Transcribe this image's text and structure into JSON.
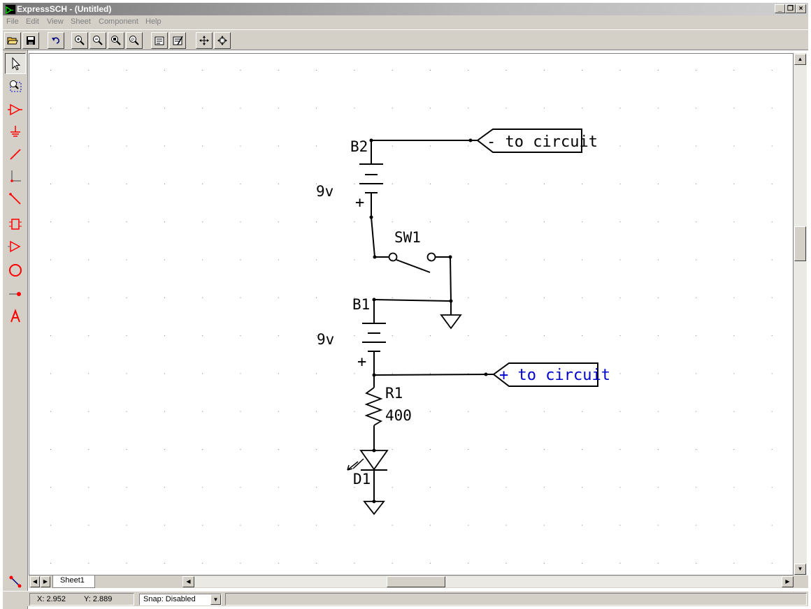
{
  "window": {
    "title": "ExpressSCH - (Untitled)"
  },
  "menu": [
    "File",
    "Edit",
    "View",
    "Sheet",
    "Component",
    "Help"
  ],
  "schematic": {
    "b2_label": "B2",
    "b2_value": "9v",
    "b1_label": "B1",
    "b1_value": "9v",
    "plus_sign": "+",
    "sw1_label": "SW1",
    "r1_label": "R1",
    "r1_value": "400",
    "d1_label": "D1",
    "net_minus": "- to circuit",
    "net_plus": "+ to circuit"
  },
  "tabs": {
    "sheet1": "Sheet1"
  },
  "status": {
    "x": "X: 2.952",
    "y": "Y: 2.889",
    "snap": "Snap: Disabled"
  },
  "colors": {
    "accent_red": "#ff0000",
    "net_blue": "#0000cc",
    "ui_gray": "#d4d0c8"
  }
}
